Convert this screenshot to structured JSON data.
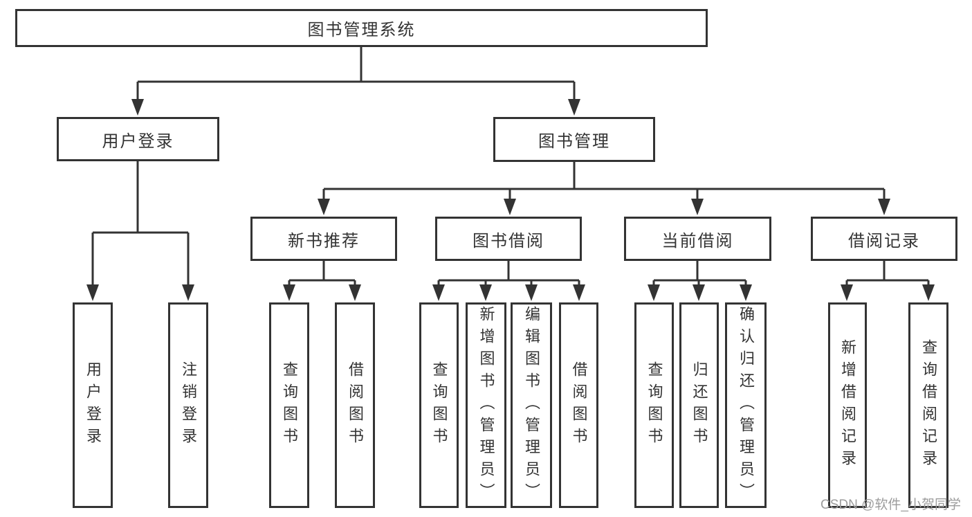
{
  "diagram_title": "图书管理系统",
  "nodes": {
    "root": "图书管理系统",
    "user_login": "用户登录",
    "book_management": "图书管理",
    "new_book_recommend": "新书推荐",
    "book_borrowing": "图书借阅",
    "current_borrowing": "当前借阅",
    "borrow_records": "借阅记录",
    "ul_user_login": "用户登录",
    "ul_logout": "注销登录",
    "nbr_query_books": "查询图书",
    "nbr_borrow_books": "借阅图书",
    "bb_query_books": "查询图书",
    "bb_add_books": "新增图书（管理员）",
    "bb_edit_books": "编辑图书（管理员）",
    "bb_borrow_books": "借阅图书",
    "cb_query_books": "查询图书",
    "cb_return_books": "归还图书",
    "cb_confirm_return": "确认归还（管理员）",
    "br_add_record": "新增借阅记录",
    "br_query_record": "查询借阅记录"
  },
  "hierarchy": {
    "图书管理系统": {
      "用户登录": [
        "用户登录",
        "注销登录"
      ],
      "图书管理": {
        "新书推荐": [
          "查询图书",
          "借阅图书"
        ],
        "图书借阅": [
          "查询图书",
          "新增图书（管理员）",
          "编辑图书（管理员）",
          "借阅图书"
        ],
        "当前借阅": [
          "查询图书",
          "归还图书",
          "确认归还（管理员）"
        ],
        "借阅记录": [
          "新增借阅记录",
          "查询借阅记录"
        ]
      }
    }
  },
  "watermark": "CSDN @软件_小贺同学",
  "colors": {
    "line": "#333333",
    "text": "#333333",
    "box_background": "#ffffff",
    "watermark": "#9c9c9c"
  }
}
